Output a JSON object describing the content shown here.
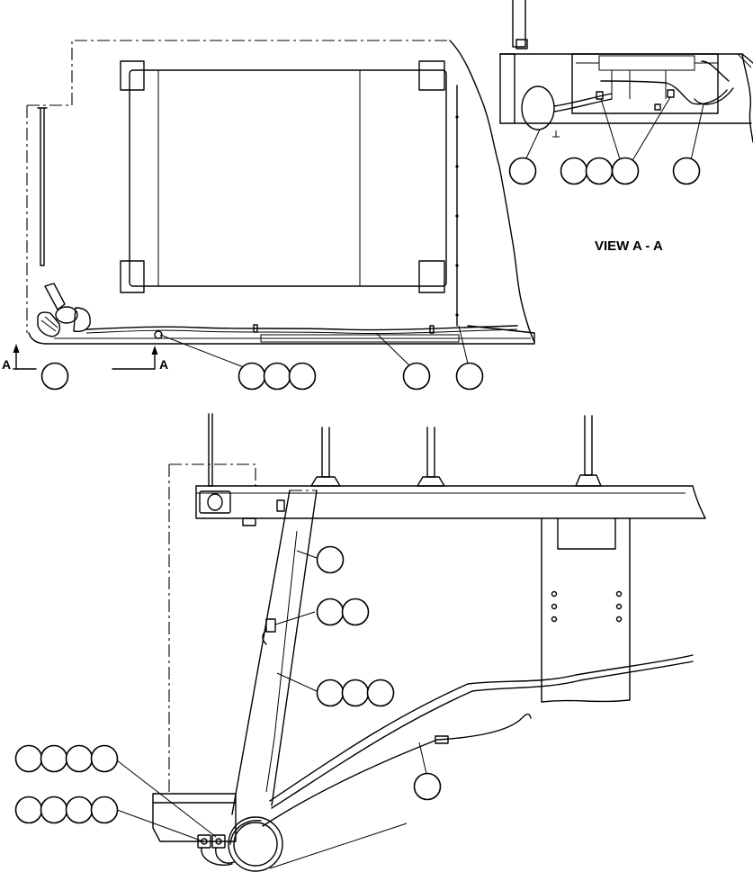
{
  "labels": {
    "view": "VIEW A - A",
    "section_arrow_left": "A",
    "section_arrow_right": "A"
  },
  "colors": {
    "ink": "#000000",
    "paper": "#ffffff"
  }
}
